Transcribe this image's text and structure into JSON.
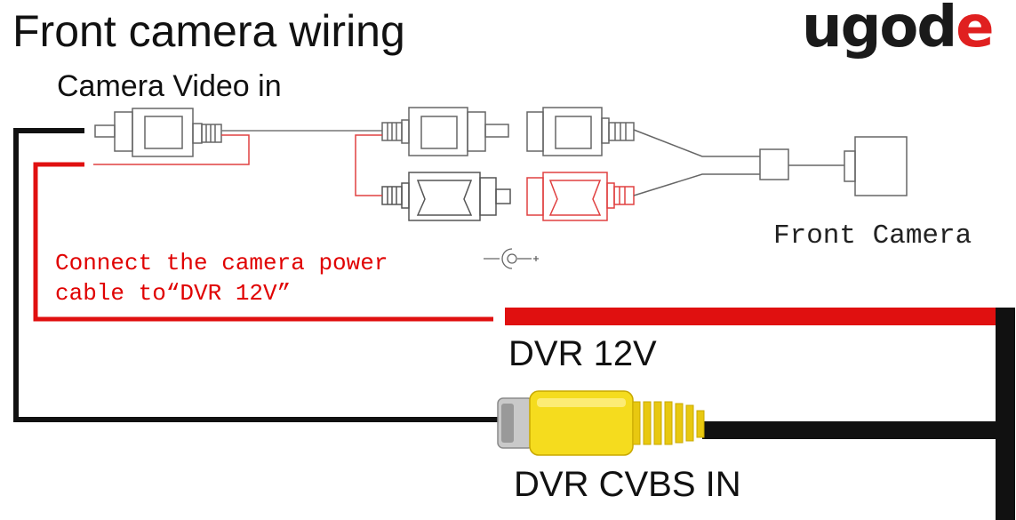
{
  "title": "Front camera wiring",
  "subtitle": "Camera Video in",
  "brand": {
    "part1": "ugod",
    "part2": "e"
  },
  "labels": {
    "front_camera": "Front Camera",
    "note": "Connect the camera power\ncable to“DVR 12V”",
    "dvr_12v": "DVR 12V",
    "dvr_cvbs_in": "DVR CVBS IN"
  },
  "colors": {
    "power_wire": "#e01010",
    "video_wire": "#111111",
    "rca_plug": "#f5dc1e",
    "outline": "#666666"
  }
}
